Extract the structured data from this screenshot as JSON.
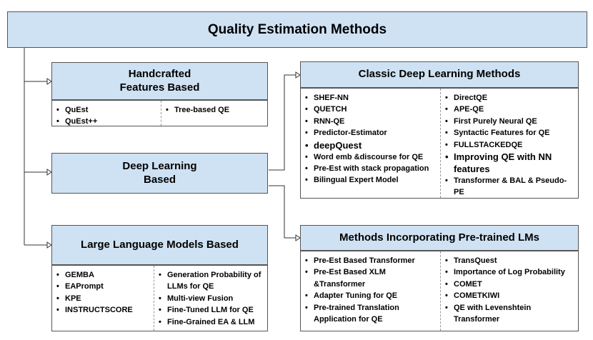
{
  "root": {
    "title": "Quality Estimation Methods"
  },
  "handcrafted": {
    "title_line1": "Handcrafted",
    "title_line2": "Features Based",
    "left": [
      "QuEst",
      "QuEst++"
    ],
    "right": [
      "Tree-based QE"
    ]
  },
  "deep_learning": {
    "title_line1": "Deep Learning",
    "title_line2": "Based"
  },
  "llm": {
    "title": "Large Language Models Based",
    "left": [
      "GEMBA",
      "EAPrompt",
      "KPE",
      "INSTRUCTSCORE"
    ],
    "right": [
      "Generation Probability of LLMs for QE",
      "Multi-view Fusion",
      "Fine-Tuned LLM for QE",
      "Fine-Grained EA & LLM"
    ]
  },
  "classic": {
    "title": "Classic Deep Learning Methods",
    "left": [
      "SHEF-NN",
      "QUETCH",
      "RNN-QE",
      "Predictor-Estimator",
      "deepQuest",
      "Word emb &discourse for QE",
      "Pre-Est with stack propagation",
      "Bilingual Expert Model"
    ],
    "right": [
      "DirectQE",
      "APE-QE",
      "First Purely Neural QE",
      "Syntactic Features for QE",
      "FULLSTACKEDQE",
      "Improving QE with NN features",
      "Transformer & BAL & Pseudo-PE"
    ]
  },
  "pretrained": {
    "title": "Methods Incorporating Pre-trained LMs",
    "left": [
      "Pre-Est Based Transformer",
      "Pre-Est Based XLM &Transformer",
      "Adapter Tuning for QE",
      "Pre-trained Translation Application for QE"
    ],
    "right": [
      "TransQuest",
      "Importance of Log Probability",
      "COMET",
      "COMETKIWI",
      "QE with Levenshtein Transformer"
    ]
  },
  "colors": {
    "header_fill": "#cfe2f3",
    "border": "#555555",
    "connector": "#333333"
  }
}
